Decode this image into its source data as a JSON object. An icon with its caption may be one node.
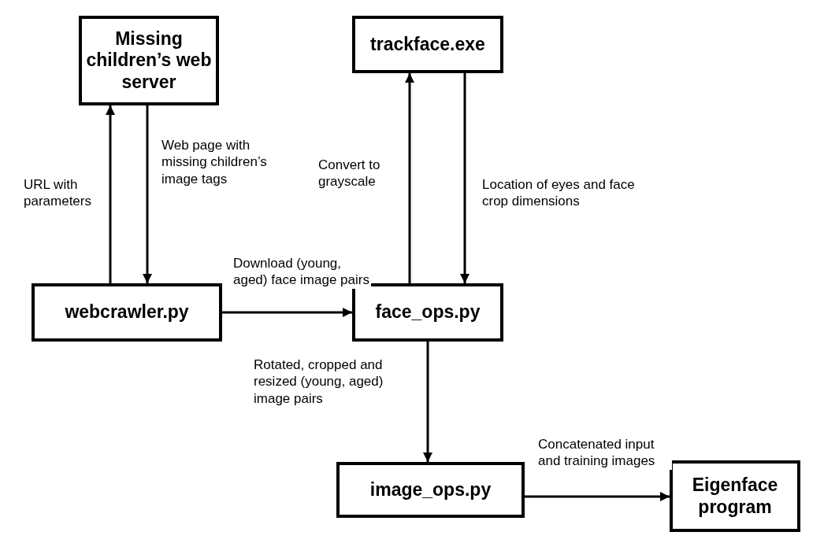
{
  "diagram": {
    "nodes": [
      {
        "text": [
          "Missing children’s web server"
        ]
      },
      {
        "text": [
          "trackface.exe"
        ]
      },
      {
        "text": [
          "webcrawler.py"
        ]
      },
      {
        "text": [
          "face_ops.py"
        ]
      },
      {
        "text": [
          "image_ops.py"
        ]
      },
      {
        "text": [
          "Eigenface program"
        ]
      }
    ],
    "edges": [
      {
        "from": 2,
        "to": 0,
        "arrow": "to",
        "label": "URL with parameters"
      },
      {
        "from": 0,
        "to": 2,
        "arrow": "to",
        "label": "Web page with missing children’s image tags"
      },
      {
        "from": 2,
        "to": 3,
        "arrow": "to",
        "label": "Download (young, aged) face image pairs"
      },
      {
        "from": 3,
        "to": 1,
        "arrow": "to",
        "label": "Convert to grayscale"
      },
      {
        "from": 1,
        "to": 3,
        "arrow": "to",
        "label": "Location of eyes and face crop dimensions"
      },
      {
        "from": 3,
        "to": 4,
        "arrow": "to",
        "label": "Rotated, cropped and resized (young, aged) image pairs"
      },
      {
        "from": 4,
        "to": 5,
        "arrow": "to",
        "label": "Concatenated input and training images"
      }
    ]
  }
}
